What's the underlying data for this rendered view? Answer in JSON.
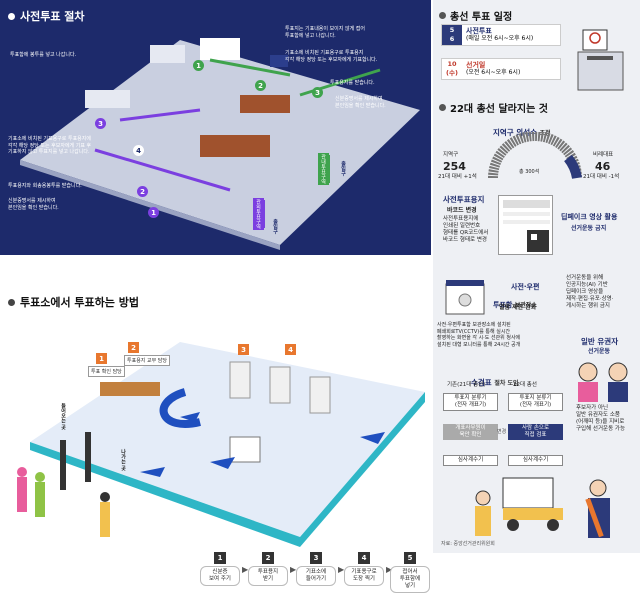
{
  "early_voting": {
    "title": "사전투표 절차",
    "notes": {
      "n1": "투표지는 기표내용이 보이지 않게 접어\n투표함에 넣고 나갑니다.",
      "n2": "투표함에 봉투를 넣고 나갑니다.",
      "n3": "기표소에 비치된 기표용구로 투표용지\n각각 해당 정당 또는 후보자에게 기표합니다.",
      "n4": "투표용지를 받습니다.",
      "n5": "신분증명서를 제시하여\n본인임을 확인 받습니다.",
      "n6": "기표소에 비치된 기표용구로 투표용지에\n각각 해당 정당 또는 후보자에게 기표 후\n기표하지 않고 투표지를 넣고 나갑니다.",
      "n7": "투표용지와 회송용봉투를 받습니다.",
      "n8": "신분증명서를 제시하여\n본인임을 확인 받습니다."
    },
    "badges": [
      "1",
      "2",
      "3",
      "4",
      "1",
      "2",
      "3"
    ],
    "signs": {
      "out_area": "관외투표구역",
      "in_area": "관내투표구역",
      "entrance1": "출입구",
      "entrance2": "출입구"
    }
  },
  "voting_method": {
    "title": "투표소에서 투표하는 방법",
    "steps": [
      {
        "num": "1",
        "label": "신분증\n보여 주기"
      },
      {
        "num": "2",
        "label": "투표용지\n받기"
      },
      {
        "num": "3",
        "label": "기표소에\n들어가기"
      },
      {
        "num": "4",
        "label": "기표용구로\n도장 찍기"
      },
      {
        "num": "5",
        "label": "접어서\n투표함에\n넣기"
      }
    ],
    "scene_badges": [
      "1",
      "2",
      "3",
      "4"
    ],
    "scene_signs": {
      "sign1": "투표 확인 담당",
      "sign2": "투표용지 교부 담당",
      "entrance": "들어오는 곳",
      "exit": "나가는 곳"
    }
  },
  "election_info": {
    "schedule_title": "총선 투표 일정",
    "early": {
      "dates": [
        "5",
        "6"
      ],
      "title": "사전투표",
      "time": "(매일 오전 6시~오후 6시)"
    },
    "main": {
      "date": "10",
      "day": "(수)",
      "title": "선거일",
      "time": "(오전 6시~오후 6시)"
    },
    "changes_title": "22대 총선 달라지는 것",
    "seats": {
      "title": "지역구 의석수",
      "title_suffix": "조정",
      "district_label": "지역구",
      "district_num": "254",
      "district_change": "21대 대비 +1석",
      "pr_label": "비례대표",
      "pr_num": "46",
      "pr_change": "21대 대비 -1석",
      "total": "총 300석"
    },
    "barcode": {
      "title": "사전투표용지",
      "subtitle": "바코드 변경",
      "desc": "사전투표용지에\n인쇄된 일련번호\n형태를 QR코드에서\n바코드 형태로 변경"
    },
    "deepfake": {
      "title": "딥페이크 영상 활용",
      "subtitle": "선거운동 금지",
      "desc": "선거운동을 위해\n인공지능(AI) 기반\n딥페이크 영상을\n제작·편집·유포·상영·\n게시하는 행위 금지"
    },
    "ballot_box": {
      "title": "사전·우편",
      "title2": "투표함",
      "title3": "보관장소",
      "subtitle": "열람 제한 완화",
      "desc": "사전·우편투표함 보관장소에 설치된\n폐쇄회로TV(CCTV)를 통해 실시간\n촬영하는 화면을 각 시·도 선관위 청사에\n설치된 대형 모니터를 통해 24시간 공개"
    },
    "counting": {
      "title": "수검표",
      "title_suffix": "절차 도입",
      "col1": "기존(21대 총선)",
      "col2": "22대 총선",
      "box1": "투표지 분류기\n(전자 개표기)",
      "box2": "개표사무원이\n육안 확인",
      "box3": "심사계수기",
      "box4": "투표지 분류기\n(전자 개표기)",
      "box5": "사람 손으로\n직접 검표",
      "box6": "심사계수기",
      "mid": "변경"
    },
    "candidate": {
      "title": "일반 유권자",
      "subtitle": "선거운동",
      "desc": "후보자가 아닌\n일반 유권자도 소품\n(어깨띠 등)을 지비로\n구입해 선거운동 가능"
    },
    "source": "자료: 중앙선거관리위원회"
  },
  "colors": {
    "navy": "#1d2a6b",
    "green": "#3fa34d",
    "purple": "#7b3fe0",
    "red": "#c0392b",
    "floor": "#c9cfe0",
    "teal": "#2eb6c6"
  }
}
